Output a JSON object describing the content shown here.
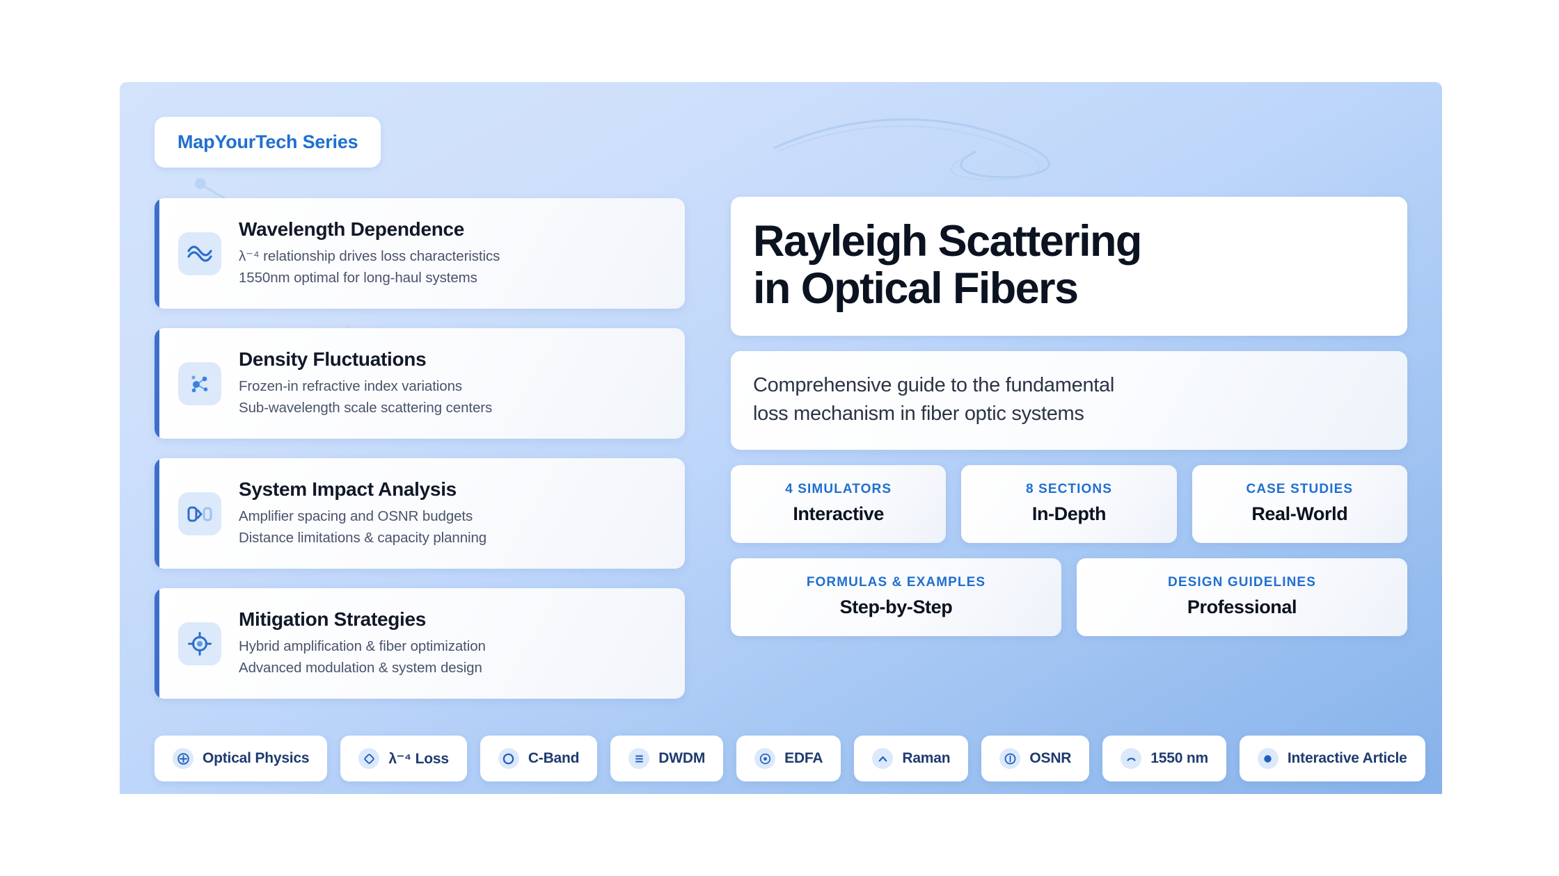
{
  "brand": {
    "badge_label": "MapYourTech Series"
  },
  "features": [
    {
      "icon": "wave-icon",
      "title": "Wavelength Dependence",
      "line1": "λ⁻⁴ relationship drives loss characteristics",
      "line2": "1550nm optimal for long-haul systems"
    },
    {
      "icon": "molecule-scatter-icon",
      "title": "Density Fluctuations",
      "line1": "Frozen-in refractive index variations",
      "line2": "Sub-wavelength scale scattering centers"
    },
    {
      "icon": "signal-transmission-icon",
      "title": "System Impact Analysis",
      "line1": "Amplifier spacing and OSNR budgets",
      "line2": "Distance limitations & capacity planning"
    },
    {
      "icon": "crosshair-target-icon",
      "title": "Mitigation Strategies",
      "line1": "Hybrid amplification & fiber optimization",
      "line2": "Advanced modulation & system design"
    }
  ],
  "hero": {
    "title_line1": "Rayleigh Scattering",
    "title_line2": "in Optical Fibers",
    "subtitle_line1": "Comprehensive guide to the fundamental",
    "subtitle_line2": "loss mechanism in fiber optic systems"
  },
  "stats_row1": [
    {
      "label": "4 SIMULATORS",
      "value": "Interactive"
    },
    {
      "label": "8 SECTIONS",
      "value": "In-Depth"
    },
    {
      "label": "CASE STUDIES",
      "value": "Real-World"
    }
  ],
  "stats_row2": [
    {
      "label": "FORMULAS & EXAMPLES",
      "value": "Step-by-Step"
    },
    {
      "label": "DESIGN GUIDELINES",
      "value": "Professional"
    }
  ],
  "tags": [
    {
      "icon": "plus-circle-icon",
      "label": "Optical Physics"
    },
    {
      "icon": "diamond-icon",
      "label": "λ⁻⁴ Loss"
    },
    {
      "icon": "circle-outline-icon",
      "label": "C-Band"
    },
    {
      "icon": "lines-icon",
      "label": "DWDM"
    },
    {
      "icon": "dot-circle-icon",
      "label": "EDFA"
    },
    {
      "icon": "chevron-up-icon",
      "label": "Raman"
    },
    {
      "icon": "info-circle-icon",
      "label": "OSNR"
    },
    {
      "icon": "arc-icon",
      "label": "1550 nm"
    },
    {
      "icon": "filled-dot-icon",
      "label": "Interactive Article"
    }
  ],
  "colors": {
    "accent_blue": "#1f6fd0",
    "card_bar": "#3c6fc9",
    "icon_tile": "#dce9fb",
    "title_dark": "#0b1220",
    "pill_text": "#1e3a70"
  }
}
